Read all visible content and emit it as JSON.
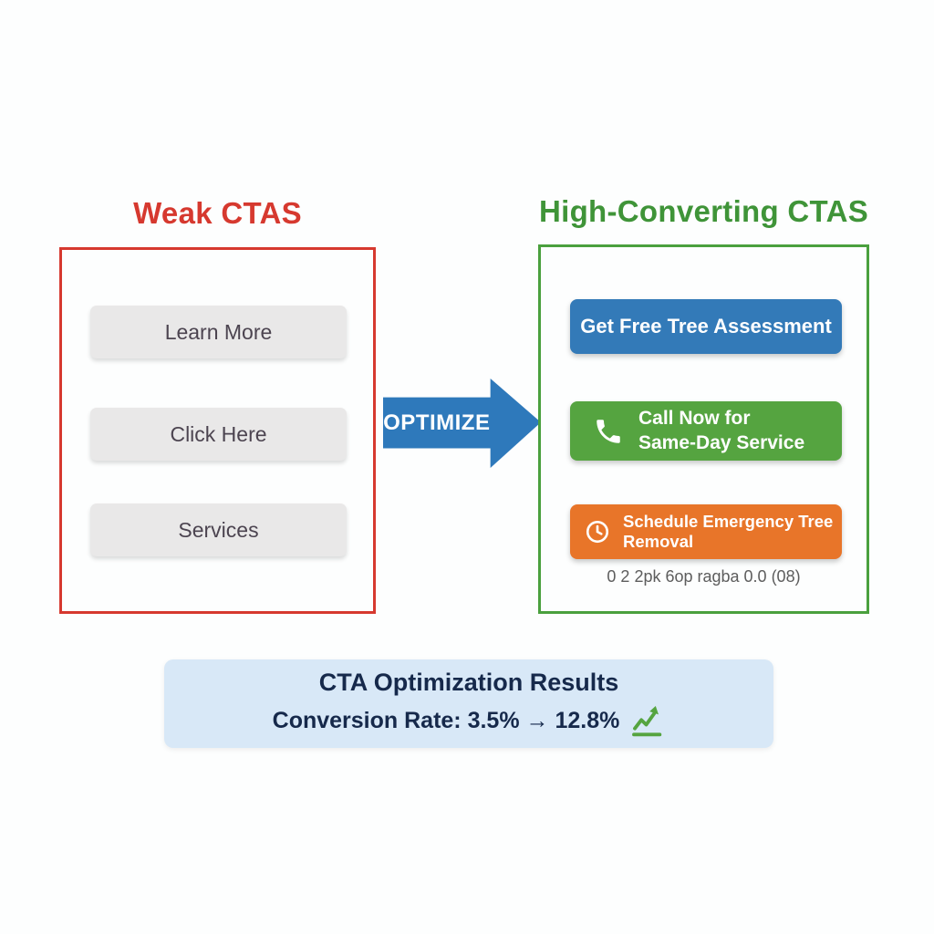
{
  "colors": {
    "red": "#d6392f",
    "green_title": "#3f9438",
    "green_border": "#4aa03e",
    "blue": "#337ab8",
    "green_button": "#55a440",
    "orange": "#e87529",
    "arrow_blue": "#2e79bb",
    "results_bg": "#d8e8f7",
    "navy": "#16294b",
    "gray_button_bg": "#e9e8e8",
    "gray_text": "#4c4450",
    "caption_gray": "#5d5d5d"
  },
  "left_panel": {
    "title": "Weak CTAS",
    "buttons": [
      {
        "label": "Learn More"
      },
      {
        "label": "Click Here"
      },
      {
        "label": "Services"
      }
    ]
  },
  "arrow": {
    "label": "OPTIMIZE"
  },
  "right_panel": {
    "title": "High-Converting CTAS",
    "buttons": [
      {
        "label": "Get Free Tree Assessment",
        "icon": "none"
      },
      {
        "line1": "Call Now for",
        "line2": "Same-Day Service",
        "icon": "phone-icon"
      },
      {
        "label": "Schedule Emergency Tree Removal",
        "icon": "clock-icon"
      }
    ],
    "caption": "0 2 2pk 6op ragba 0.0 (08)"
  },
  "results": {
    "title": "CTA Optimization Results",
    "subtitle": "Conversion Rate: 3.5% → 12.8%",
    "icon": "trending-up-icon"
  }
}
